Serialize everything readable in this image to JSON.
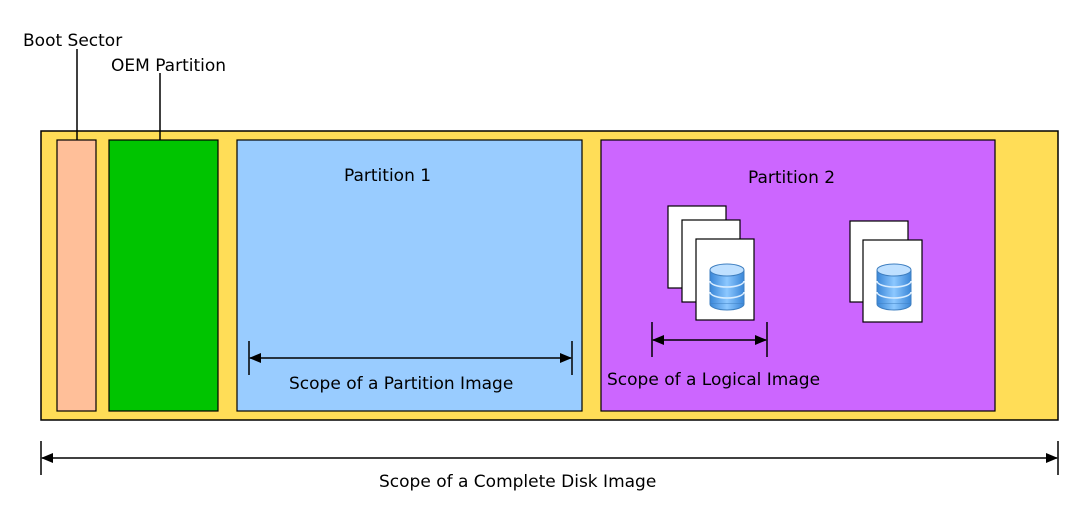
{
  "labels": {
    "boot_sector": "Boot Sector",
    "oem_partition": "OEM Partition",
    "partition_1": "Partition 1",
    "partition_2": "Partition 2",
    "scope_partition_image": "Scope of a Partition Image",
    "scope_logical_image": "Scope of a Logical Image",
    "scope_complete_disk_image": "Scope of a Complete Disk Image"
  },
  "colors": {
    "disk": "#ffdd57",
    "boot_sector": "#ffbf99",
    "oem_partition": "#00c400",
    "partition_1": "#99ccff",
    "partition_2": "#cc66ff",
    "database": "#5aaaf0"
  },
  "icons": {
    "file_stack": "file-stack-icon",
    "database": "database-icon"
  }
}
